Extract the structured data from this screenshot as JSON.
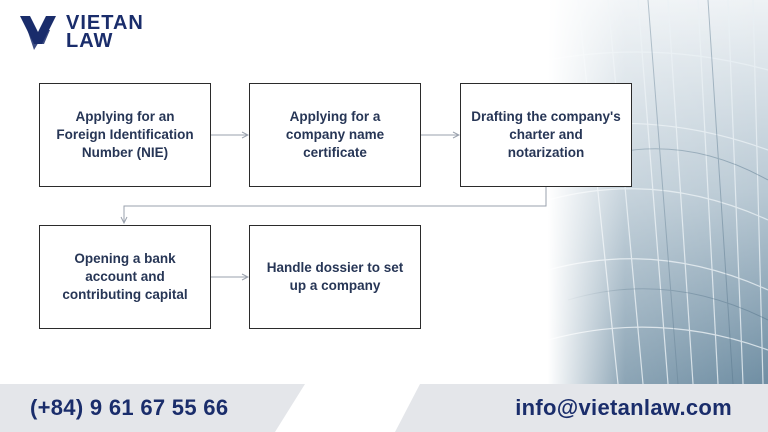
{
  "brand": {
    "name_line1": "VIETAN",
    "name_line2": "LAW",
    "color": "#1a2d6b"
  },
  "flow": {
    "steps": [
      {
        "label": "Applying for an Foreign Identification Number (NIE)"
      },
      {
        "label": "Applying for a company name certificate"
      },
      {
        "label": "Drafting the company's charter and notarization"
      },
      {
        "label": "Opening a bank account and contributing capital"
      },
      {
        "label": "Handle dossier to set up a company"
      }
    ],
    "connections": [
      {
        "from": 1,
        "to": 2
      },
      {
        "from": 2,
        "to": 3
      },
      {
        "from": 3,
        "to": 4
      },
      {
        "from": 4,
        "to": 5
      }
    ],
    "connector_color": "#9aa1ad"
  },
  "footer": {
    "phone": "(+84) 9 61 67 55 66",
    "email": "info@vietanlaw.com",
    "band_color": "#e4e6ea"
  }
}
